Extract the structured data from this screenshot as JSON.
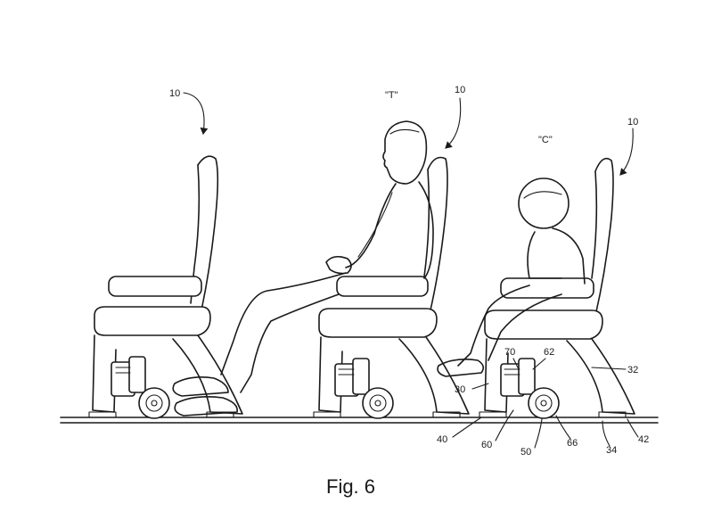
{
  "figure": {
    "caption": "Fig. 6"
  },
  "labels": {
    "ref_seat_left": "10",
    "ref_seat_middle": "10",
    "ref_seat_right": "10",
    "teen": "\"T\"",
    "child": "\"C\"",
    "n70": "70",
    "n62": "62",
    "n32": "32",
    "n30": "30",
    "n40": "40",
    "n60": "60",
    "n50": "50",
    "n66": "66",
    "n34": "34",
    "n42": "42"
  }
}
